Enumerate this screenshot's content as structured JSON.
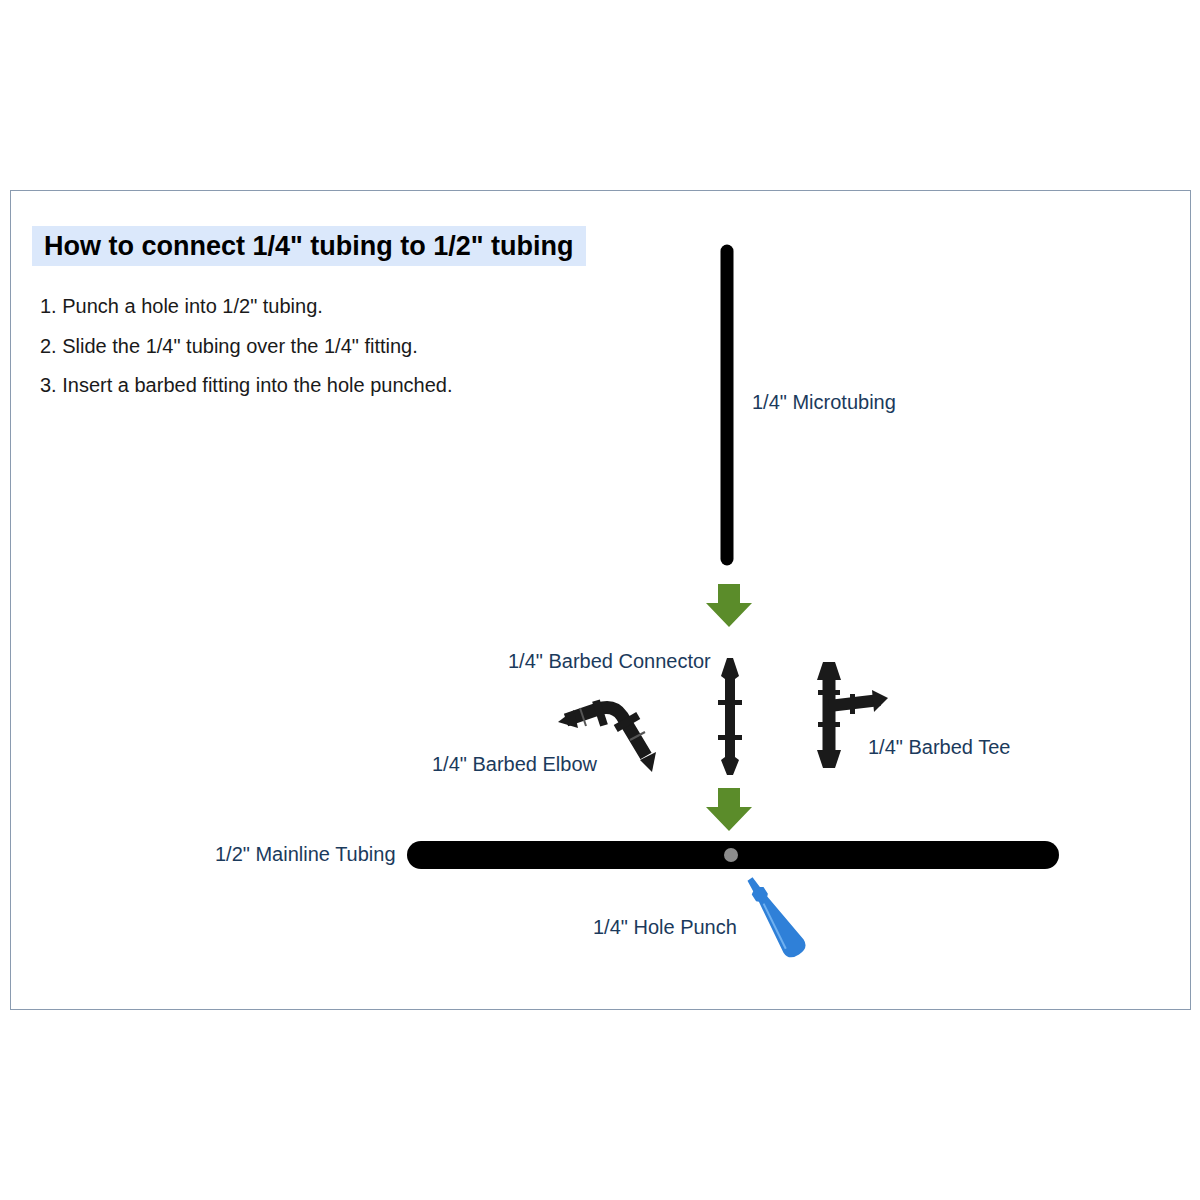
{
  "diagram": {
    "title": "How to connect 1/4\" tubing to 1/2\" tubing",
    "labels": [
      "1. Punch a hole into 1/2\" tubing.",
      "2. Slide the 1/4\" tubing over the 1/4\" fitting.",
      "3. Insert a barbed fitting into the hole punched.",
      "1/4\" Microtubing",
      "1/4\" Barbed Connector",
      "1/4\" Barbed Elbow",
      "1/4\" Barbed Tee",
      "1/2\" Mainline Tubing",
      "1/4\" Hole Punch"
    ]
  }
}
